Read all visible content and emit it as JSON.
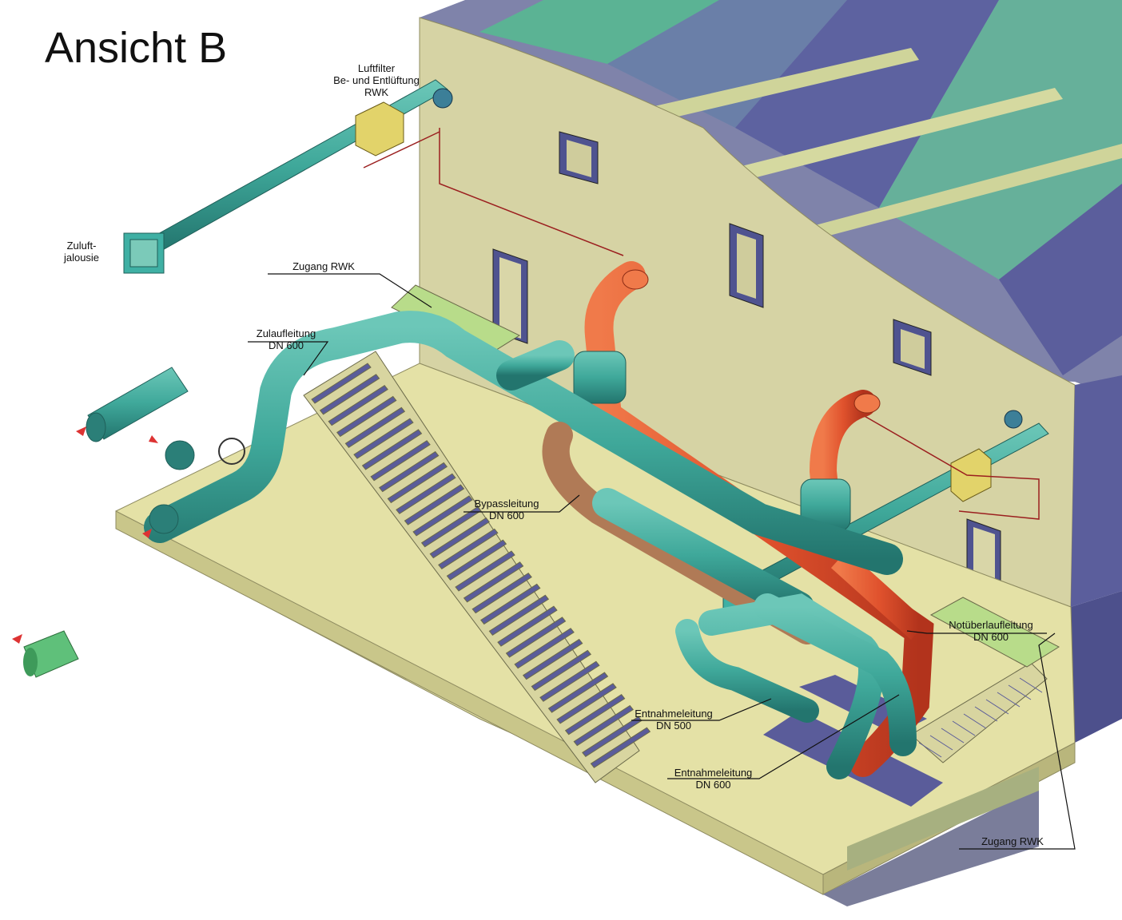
{
  "title": "Ansicht B",
  "labels": {
    "luftfilter": [
      "Luftfilter",
      "Be- und Entlüftung",
      "RWK"
    ],
    "zuluft": [
      "Zuluft-",
      "jalousie"
    ],
    "zugang_top": "Zugang RWK",
    "zulauf": [
      "Zulaufleitung",
      "DN 600"
    ],
    "bypass": [
      "Bypassleitung",
      "DN 600"
    ],
    "notueberlauf": [
      "Notüberlaufleitung",
      "DN 600"
    ],
    "entnahme500": [
      "Entnahmeleitung",
      "DN 500"
    ],
    "entnahme600": [
      "Entnahmeleitung",
      "DN 600"
    ],
    "zugang_bottom": "Zugang RWK"
  },
  "colors": {
    "wall": "#d6d3a4",
    "floor": "#e4e1a6",
    "pipe": "#3fa89a",
    "pipe_dark": "#2b7f78",
    "red_pipe": "#e0522d",
    "bypass_pipe": "#b07a56",
    "roof_blue": "#5a5c9a",
    "roof_green": "#62a88f",
    "duct": "#3fb0a4",
    "filter_box": "#e2d36a",
    "landing": "#b8dc8a"
  }
}
